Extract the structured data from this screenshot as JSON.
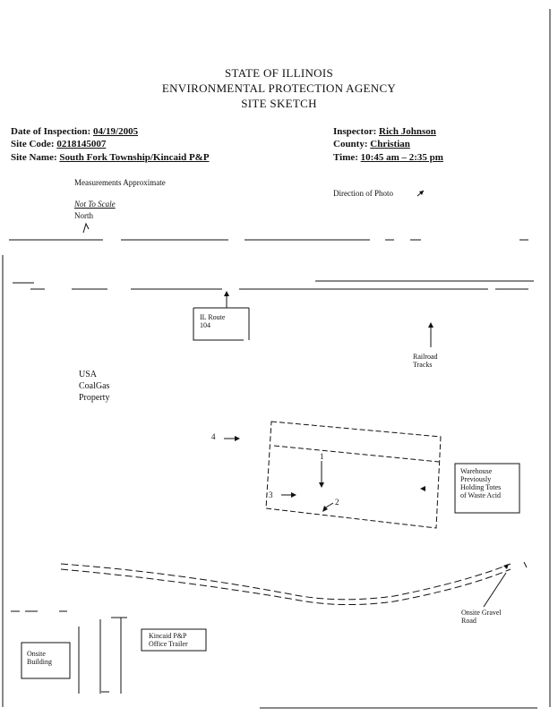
{
  "header": {
    "line1": "STATE OF ILLINOIS",
    "line2": "ENVIRONMENTAL PROTECTION AGENCY",
    "line3": "SITE SKETCH"
  },
  "form": {
    "inspection_date_label": "Date of Inspection:",
    "inspection_date_value": "04/19/2005",
    "site_code_label": "Site Code:",
    "site_code_value": "0218145007",
    "site_name_label": "Site Name:",
    "site_name_value": "South Fork Township/Kincaid P&P",
    "inspector_label": "Inspector:",
    "inspector_value": "Rich Johnson",
    "county_label": "County:",
    "county_value": "Christian",
    "time_label": "Time:",
    "time_value": "10:45 am – 2:35 pm"
  },
  "notes": {
    "measurements": "Measurements Approximate",
    "direction_of_photo": "Direction of Photo",
    "not_to_scale": "Not To Scale",
    "north": "North"
  },
  "labels": {
    "route_line1": "IL Route",
    "route_line2": "104",
    "railroad_line1": "Railroad",
    "railroad_line2": "Tracks",
    "property_line1": "USA",
    "property_line2": "CoalGas",
    "property_line3": "Property",
    "warehouse_line1": "Warehouse",
    "warehouse_line2": "Previously",
    "warehouse_line3": "Holding Totes",
    "warehouse_line4": "of Waste Acid",
    "gravel_line1": "Onsite Gravel",
    "gravel_line2": "Road",
    "trailer_line1": "Kincaid P&P",
    "trailer_line2": "Office Trailer",
    "building_line1": "Onsite",
    "building_line2": "Building"
  },
  "photo_numbers": [
    "1",
    "2",
    "3",
    "4"
  ]
}
